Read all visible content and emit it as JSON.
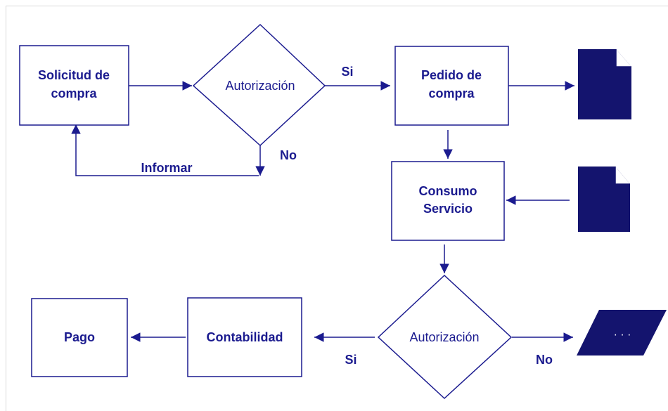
{
  "nodes": {
    "solicitud": {
      "line1": "Solicitud de",
      "line2": "compra"
    },
    "autorizacion_1": {
      "label": "Autorización"
    },
    "pedido": {
      "line1": "Pedido de",
      "line2": "compra"
    },
    "consumo": {
      "line1": "Consumo",
      "line2": "Servicio"
    },
    "autorizacion_2": {
      "label": "Autorización"
    },
    "contabilidad": {
      "label": "Contabilidad"
    },
    "pago": {
      "label": "Pago"
    },
    "continuation": {
      "label": "· · ·"
    }
  },
  "edge_labels": {
    "si_top": "Si",
    "no_top": "No",
    "informar": "Informar",
    "si_bottom": "Si",
    "no_bottom": "No"
  },
  "colors": {
    "stroke": "#1b1b8f",
    "dark_fill": "#14146e",
    "background": "#ffffff"
  },
  "icons": [
    "document-icon",
    "document-icon",
    "parallelogram-continuation"
  ]
}
